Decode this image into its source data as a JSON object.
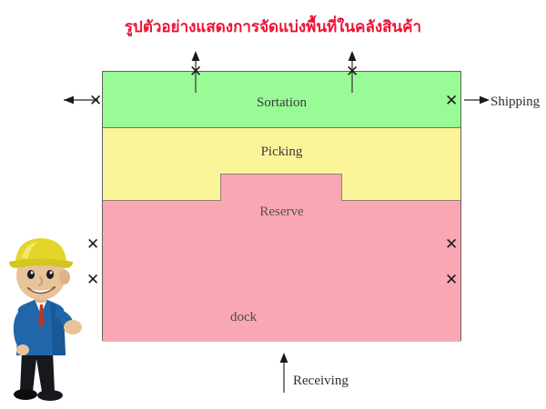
{
  "title": "รูปตัวอย่างแสดงการจัดแบ่งพื้นที่ในคลังสินค้า",
  "colors": {
    "title": "#ee1133",
    "sortation": "#99fb96",
    "picking": "#fbf59a",
    "reserve": "#f9a7b3",
    "outline": "#66605c",
    "hardhat": "#e3d629",
    "jacket": "#1f66aa",
    "skin": "#e8c39a",
    "pants": "#1a1a1a"
  },
  "diagram": {
    "zones": [
      {
        "id": "sortation",
        "label": "Sortation",
        "color": "#99fb96"
      },
      {
        "id": "picking",
        "label": "Picking",
        "color": "#fbf59a"
      },
      {
        "id": "reserve",
        "label": "Reserve",
        "color": "#f9a7b3"
      },
      {
        "id": "dock",
        "label": "dock",
        "color": "#f9a7b3"
      }
    ],
    "ports": [
      {
        "id": "shipping",
        "label": "Shipping",
        "direction": "right",
        "side": "right"
      },
      {
        "id": "receiving",
        "label": "Receiving",
        "direction": "up",
        "side": "bottom"
      }
    ],
    "door_markers": [
      {
        "id": "door-top-1",
        "side": "top",
        "glyph": "✕",
        "has_arrow": true,
        "arrow_direction": "up"
      },
      {
        "id": "door-top-2",
        "side": "top",
        "glyph": "✕",
        "has_arrow": true,
        "arrow_direction": "up"
      },
      {
        "id": "door-left-1",
        "side": "left",
        "glyph": "✕",
        "has_arrow": true,
        "arrow_direction": "left"
      },
      {
        "id": "door-right-1",
        "side": "right",
        "glyph": "✕",
        "has_arrow": true,
        "arrow_direction": "right"
      },
      {
        "id": "door-left-2",
        "side": "left",
        "glyph": "✕",
        "has_arrow": false,
        "arrow_direction": ""
      },
      {
        "id": "door-left-3",
        "side": "left",
        "glyph": "✕",
        "has_arrow": false,
        "arrow_direction": ""
      },
      {
        "id": "door-right-2",
        "side": "right",
        "glyph": "✕",
        "has_arrow": false,
        "arrow_direction": ""
      },
      {
        "id": "door-right-3",
        "side": "right",
        "glyph": "✕",
        "has_arrow": false,
        "arrow_direction": ""
      }
    ]
  },
  "character": {
    "id": "warehouse-worker",
    "description": "cartoon warehouse worker with yellow hard hat"
  }
}
